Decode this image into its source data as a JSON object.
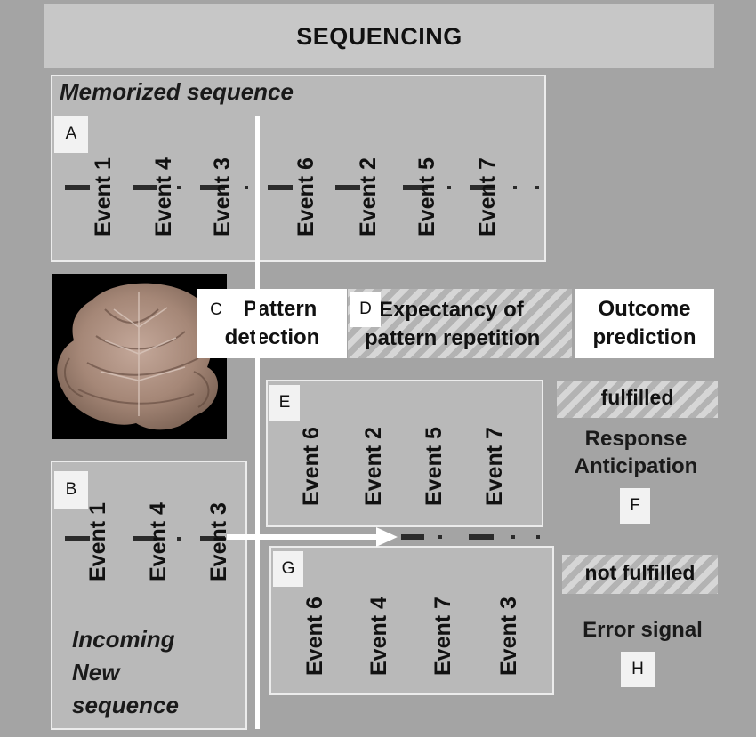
{
  "title": "SEQUENCING",
  "memorized": {
    "heading": "Memorized sequence",
    "tag": "A",
    "events": [
      "Event 1",
      "Event 4",
      "Event 3",
      "Event 6",
      "Event 2",
      "Event 5",
      "Event 7"
    ]
  },
  "incoming": {
    "tag": "B",
    "events": [
      "Event 1",
      "Event 4",
      "Event 3"
    ],
    "heading_line1": "Incoming",
    "heading_line2": "New",
    "heading_line3": "sequence"
  },
  "pattern_detection": {
    "tag": "C",
    "line1": "Pattern",
    "line2": "detection"
  },
  "expectancy": {
    "tag": "D",
    "line1": "Expectancy of",
    "line2": "pattern repetition"
  },
  "outcome": {
    "line1": "Outcome",
    "line2": "prediction"
  },
  "fulfilled_box": {
    "tag": "E",
    "events": [
      "Event 6",
      "Event 2",
      "Event 5",
      "Event 7"
    ]
  },
  "not_fulfilled_box": {
    "tag": "G",
    "events": [
      "Event 6",
      "Event 4",
      "Event 7",
      "Event 3"
    ]
  },
  "fulfilled": {
    "badge": "fulfilled",
    "line1": "Response",
    "line2": "Anticipation",
    "tag": "F"
  },
  "not_fulfilled": {
    "badge": "not fulfilled",
    "label": "Error signal",
    "tag": "H"
  },
  "colors": {
    "background": "#a4a4a4",
    "panel": "#b9b9b9",
    "title_bar": "#c7c7c7"
  }
}
